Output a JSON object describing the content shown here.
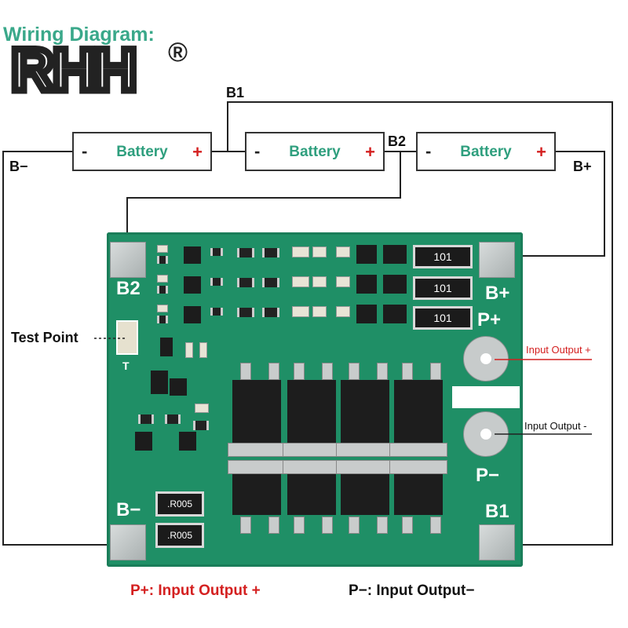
{
  "header": {
    "title": "Wiring Diagram:",
    "logo": "RHH",
    "logo_mark": "®"
  },
  "batteries": [
    {
      "neg": "-",
      "label": "Battery",
      "pos": "+"
    },
    {
      "neg": "-",
      "label": "Battery",
      "pos": "+"
    },
    {
      "neg": "-",
      "label": "Battery",
      "pos": "+"
    }
  ],
  "wires": {
    "b1": "B1",
    "b2": "B2",
    "b_minus": "B−",
    "b_plus": "B+"
  },
  "board": {
    "pad_b2": "B2",
    "pad_b_plus": "B+",
    "pad_p_plus": "P+",
    "pad_p_minus": "P−",
    "pad_b_minus": "B−",
    "pad_b1": "B1",
    "res_101_a": "101",
    "res_101_b": "101",
    "res_101_c": "101",
    "res_r005_a": ".R005",
    "res_r005_b": ".R005",
    "silk_t": "T"
  },
  "annotations": {
    "test_point": "Test Point",
    "input_output_plus": "Input Output +",
    "input_output_minus": "Input Output -"
  },
  "footer": {
    "p_plus": "P+: Input Output +",
    "p_minus": "P−: Input Output−"
  },
  "colors": {
    "pcb_green": "#1f8f66",
    "battery_text": "#2f9f7e",
    "positive_red": "#d42020",
    "wire": "#222222"
  }
}
